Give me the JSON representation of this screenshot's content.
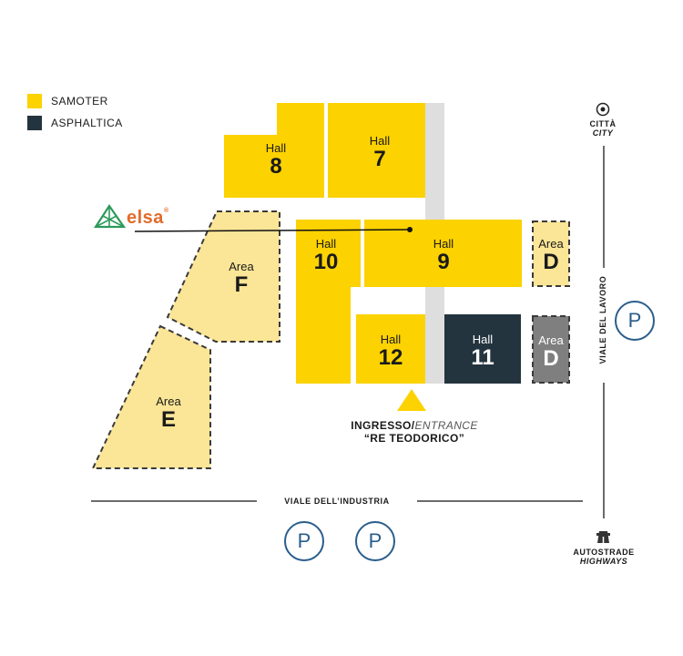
{
  "legend": [
    {
      "label": "SAMOTER",
      "color": "#fcd200"
    },
    {
      "label": "ASPHALTICA",
      "color": "#23343e"
    }
  ],
  "colors": {
    "samoter": "#fcd200",
    "asphaltica": "#23343e",
    "outdoor_area": "#fbe596",
    "outdoor_area_dark": "#7f7f80",
    "corridor": "#dedede",
    "parking": "#2a5d8c",
    "elsa_logo": "#e26b2a",
    "elsa_mark": "#2d9a5a"
  },
  "halls": {
    "h8": {
      "label": "Hall",
      "number": "8"
    },
    "h7": {
      "label": "Hall",
      "number": "7"
    },
    "h10": {
      "label": "Hall",
      "number": "10"
    },
    "h9": {
      "label": "Hall",
      "number": "9"
    },
    "h12": {
      "label": "Hall",
      "number": "12"
    },
    "h11": {
      "label": "Hall",
      "number": "11"
    }
  },
  "areas": {
    "d_top": {
      "label": "Area",
      "letter": "D"
    },
    "d_bottom": {
      "label": "Area",
      "letter": "D"
    },
    "f": {
      "label": "Area",
      "letter": "F"
    },
    "e": {
      "label": "Area",
      "letter": "E"
    }
  },
  "exhibitor_logo": {
    "text": "elsa",
    "mark": "®",
    "icon": "elsa-triangle-icon"
  },
  "entrance": {
    "line1_bold": "INGRESSO/",
    "line1_italic": "ENTRANCE",
    "line2": "“RE TEODORICO”",
    "icon": "entrance-triangle-icon"
  },
  "city": {
    "line1": "CITTÀ",
    "line2": "CITY",
    "icon": "city-target-icon"
  },
  "highway": {
    "line1": "AUTOSTRADE",
    "line2": "HIGHWAYS",
    "icon": "highway-icon"
  },
  "streets": {
    "industria": "VIALE DELL’INDUSTRIA",
    "lavoro": "VIALE DEL LAVORO"
  },
  "parking": {
    "label": "P",
    "icon": "parking-icon"
  }
}
